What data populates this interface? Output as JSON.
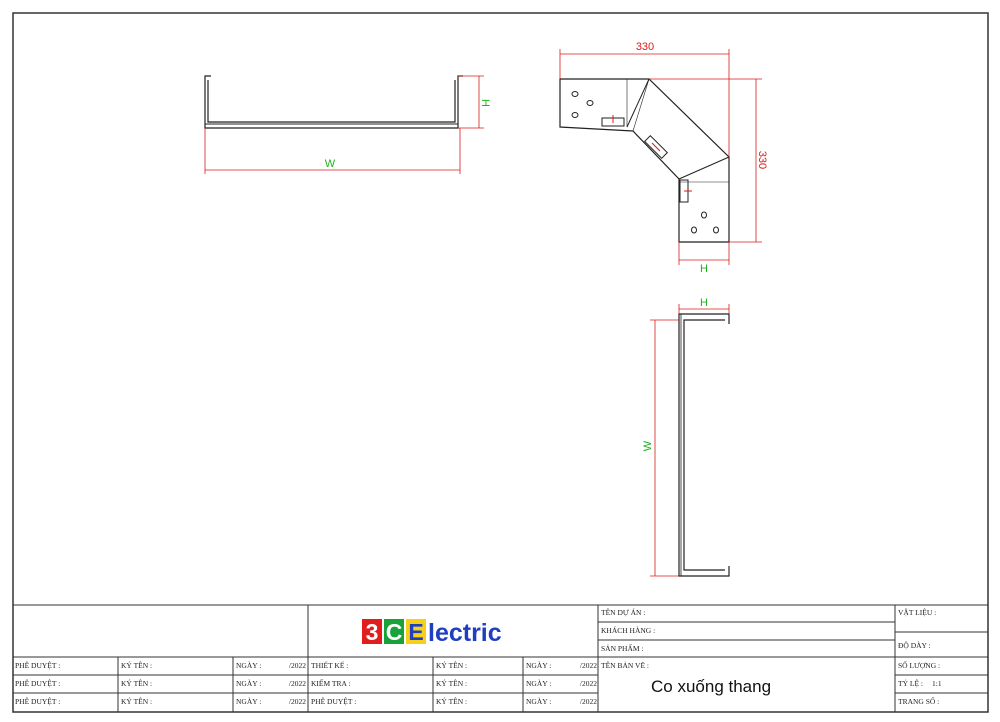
{
  "drawing": {
    "front_view": {
      "width_label": "W",
      "height_label": "H"
    },
    "top_view": {
      "dim_horizontal": "330",
      "dim_vertical": "330",
      "dim_height": "H"
    },
    "side_view": {
      "height_label": "H",
      "width_label": "W"
    }
  },
  "title_block": {
    "logo": {
      "part1": "3",
      "part2": "C",
      "part3": "E",
      "part4": "lectric"
    },
    "rows": [
      {
        "approve_label": "PHÊ DUYỆT :",
        "sign_label": "KÝ TÊN :",
        "date_label": "NGÀY :",
        "year": "/2022",
        "role_label": "THIẾT KẾ :",
        "role_sign": "KÝ TÊN :",
        "role_date": "NGÀY :",
        "role_year": "/2022"
      },
      {
        "approve_label": "PHÊ DUYỆT :",
        "sign_label": "KÝ TÊN :",
        "date_label": "NGÀY :",
        "year": "/2022",
        "role_label": "KIỂM TRA :",
        "role_sign": "KÝ TÊN :",
        "role_date": "NGÀY :",
        "role_year": "/2022"
      },
      {
        "approve_label": "PHÊ DUYỆT :",
        "sign_label": "KÝ TÊN :",
        "date_label": "NGÀY :",
        "year": "/2022",
        "role_label": "PHÊ DUYỆT :",
        "role_sign": "KÝ TÊN :",
        "role_date": "NGÀY :",
        "role_year": "/2022"
      }
    ],
    "project_label": "TÊN DỰ ÁN :",
    "customer_label": "KHÁCH HÀNG :",
    "product_label": "SẢN PHẨM :",
    "drawing_name_label": "TÊN BẢN VẼ :",
    "drawing_name": "Co xuống thang",
    "material_label": "VẬT LIỆU :",
    "thickness_label": "ĐỘ DÀY :",
    "quantity_label": "SỐ LƯỢNG :",
    "scale_label": "TỶ LỆ :",
    "scale_value": "1:1",
    "page_label": "TRANG SỐ :"
  },
  "colors": {
    "dimension": "#d81b1b",
    "label": "#1db31d",
    "logo_red": "#e11d1d",
    "logo_green": "#17a33a",
    "logo_blue": "#1f3fbf"
  }
}
